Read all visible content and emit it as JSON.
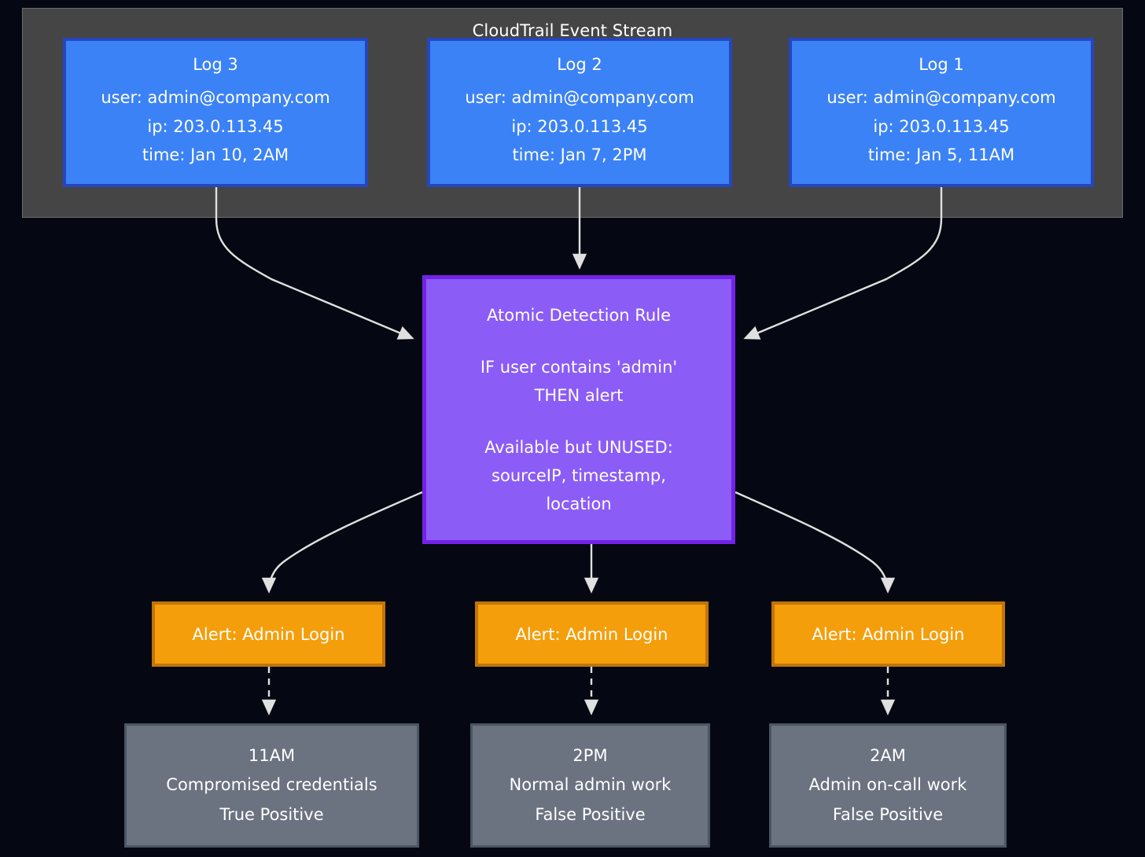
{
  "diagram": {
    "title": "CloudTrail Event Stream",
    "colors": {
      "background": "#050812",
      "container": "#454545",
      "log_fill": "#3b82f6",
      "log_border": "#2546bd",
      "rule_fill": "#8b5cf6",
      "rule_border": "#7322e8",
      "alert_fill": "#f59e0b",
      "alert_border": "#c1740a",
      "outcome_fill": "#6b7280",
      "outcome_border": "#4b5563",
      "edge": "#e0e0e0"
    }
  },
  "logs": [
    {
      "title": "Log 3",
      "user": "user: admin@company.com",
      "ip": "ip: 203.0.113.45",
      "time": "time: Jan 10, 2AM"
    },
    {
      "title": "Log 2",
      "user": "user: admin@company.com",
      "ip": "ip: 203.0.113.45",
      "time": "time: Jan 7, 2PM"
    },
    {
      "title": "Log 1",
      "user": "user: admin@company.com",
      "ip": "ip: 203.0.113.45",
      "time": "time: Jan 5, 11AM"
    }
  ],
  "rule": {
    "title": "Atomic Detection Rule",
    "condition": "IF user contains 'admin'",
    "action": "THEN alert",
    "unused_header": "Available but UNUSED:",
    "unused_fields_line1": "sourceIP, timestamp,",
    "unused_fields_line2": "location"
  },
  "alerts": [
    {
      "label": "Alert: Admin Login"
    },
    {
      "label": "Alert: Admin Login"
    },
    {
      "label": "Alert: Admin Login"
    }
  ],
  "outcomes": [
    {
      "time": "11AM",
      "description": "Compromised credentials",
      "verdict": "True Positive"
    },
    {
      "time": "2PM",
      "description": "Normal admin work",
      "verdict": "False Positive"
    },
    {
      "time": "2AM",
      "description": "Admin on-call work",
      "verdict": "False Positive"
    }
  ]
}
